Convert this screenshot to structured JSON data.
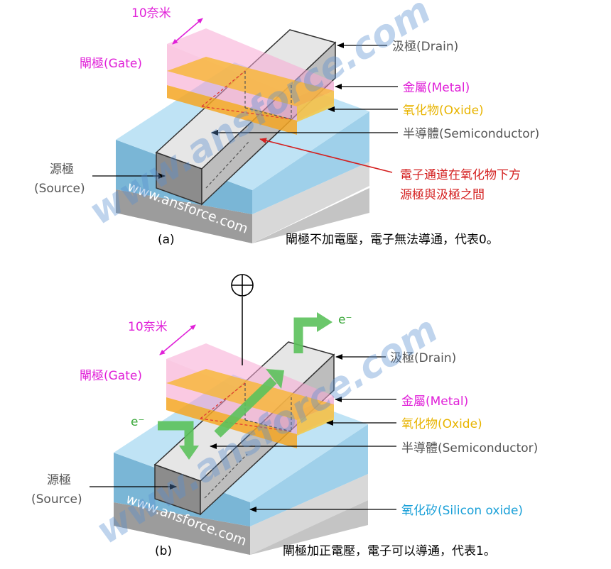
{
  "panel_a": {
    "size_label": "10奈米",
    "gate_label": "閘極(Gate)",
    "drain_label": "汲極(Drain)",
    "metal_label": "金屬(Metal)",
    "oxide_label": "氧化物(Oxide)",
    "semiconductor_label": "半導體(Semiconductor)",
    "source_label_line1": "源極",
    "source_label_line2": "(Source)",
    "channel_note_line1": "電子通道在氧化物下方",
    "channel_note_line2": "源極與汲極之間",
    "watermark": "www.ansforce.com",
    "panel_tag": "(a)",
    "caption": "閘極不加電壓，電子無法導通，代表0。"
  },
  "panel_b": {
    "plus_symbol": "⊕",
    "size_label": "10奈米",
    "gate_label": "閘極(Gate)",
    "drain_label": "汲極(Drain)",
    "metal_label": "金屬(Metal)",
    "oxide_label": "氧化物(Oxide)",
    "semiconductor_label": "半導體(Semiconductor)",
    "source_label_line1": "源極",
    "source_label_line2": "(Source)",
    "silicon_oxide_label": "氧化矽(Silicon oxide)",
    "electron_in": "e⁻",
    "electron_out": "e⁻",
    "watermark": "www.ansforce.com",
    "panel_tag": "(b)",
    "caption": "閘極加正電壓，電子可以導通，代表1。"
  },
  "background_watermark": "www.ansforce.com",
  "colors": {
    "magenta": "#e020d8",
    "gray_text": "#555555",
    "red": "#d42020",
    "oxide_yellow": "#e8b400",
    "green": "#5cc25c",
    "cyan": "#1aa0d8"
  }
}
